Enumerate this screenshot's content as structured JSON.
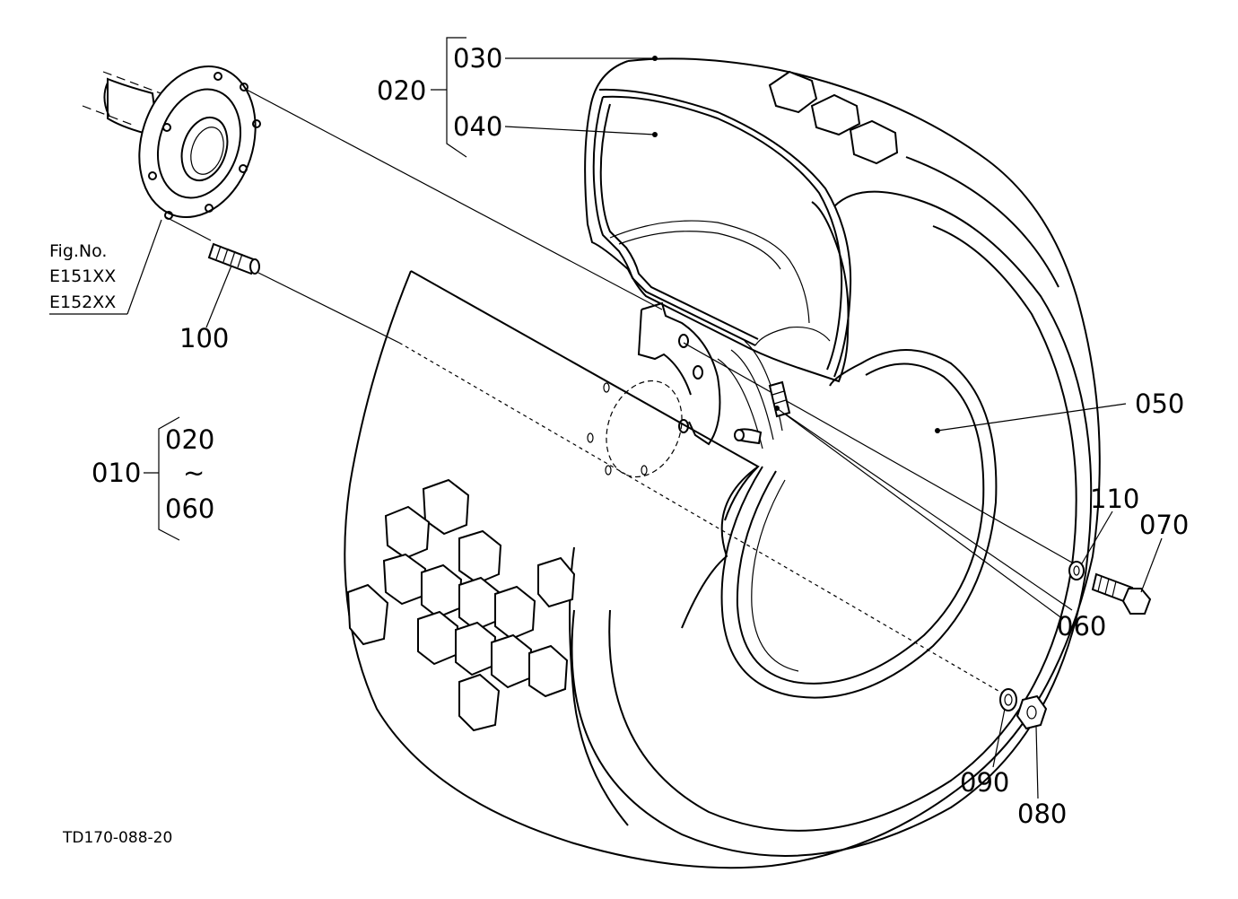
{
  "figure": {
    "fig_ref": {
      "title": "Fig.No.",
      "codes": [
        "E151XX",
        "E152XX"
      ]
    },
    "drawing_code": "TD170-088-20",
    "parts": {
      "p010": "010",
      "p020": "020",
      "p030": "030",
      "p040": "040",
      "p050": "050",
      "p060": "060",
      "p070": "070",
      "p080": "080",
      "p090": "090",
      "p100": "100",
      "p110": "110"
    },
    "assembly_range": {
      "from": "020",
      "tilde": "~",
      "to": "060"
    }
  }
}
